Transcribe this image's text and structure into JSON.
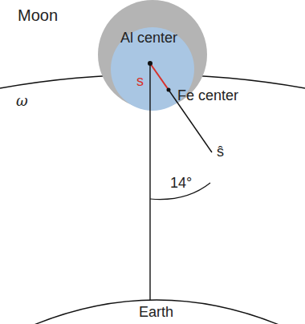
{
  "diagram": {
    "nodes": [
      {
        "text": [
          "Moon"
        ]
      },
      {
        "text": [
          "Earth"
        ]
      }
    ],
    "labels": [
      "Al center",
      "s",
      "Fe center",
      "ω",
      "ŝ",
      "14°"
    ]
  }
}
